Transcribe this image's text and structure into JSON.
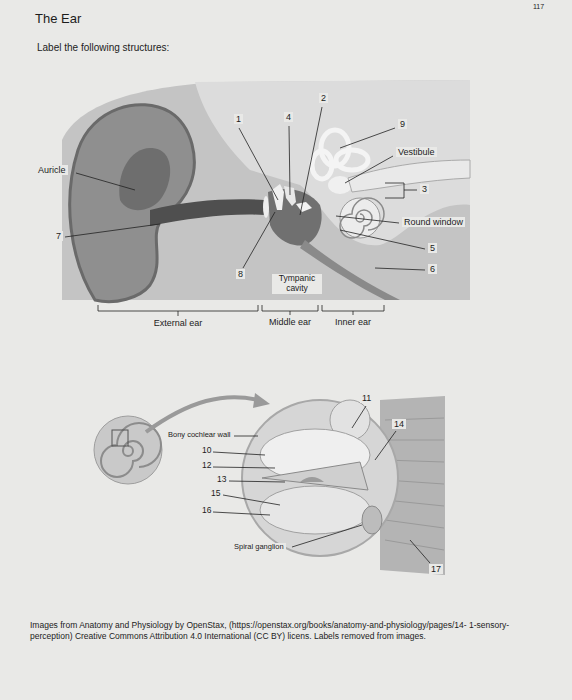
{
  "diagram": {
    "title": "The Ear",
    "caption": "Images from Anatomy and Physiology by OpenStax, (https://openstax.org/books/anatomy-and-physiology/pages/14- 1-sensory-perception) Creative Commons Attribution 4.0 International (CC BY) licens. Labels removed from images.",
    "labels": [
      "117",
      "Label the following structures:",
      "2",
      "1",
      "4",
      "9",
      "Vestibule",
      "Auricle",
      "3",
      "Round window",
      "7",
      "5",
      "8",
      "6",
      "Tympanic cavity",
      "External ear",
      "Middle ear",
      "Inner ear",
      "11",
      "14",
      "Bony cochlear wall",
      "10",
      "12",
      "13",
      "15",
      "16",
      "Spiral ganglion",
      "17"
    ]
  }
}
